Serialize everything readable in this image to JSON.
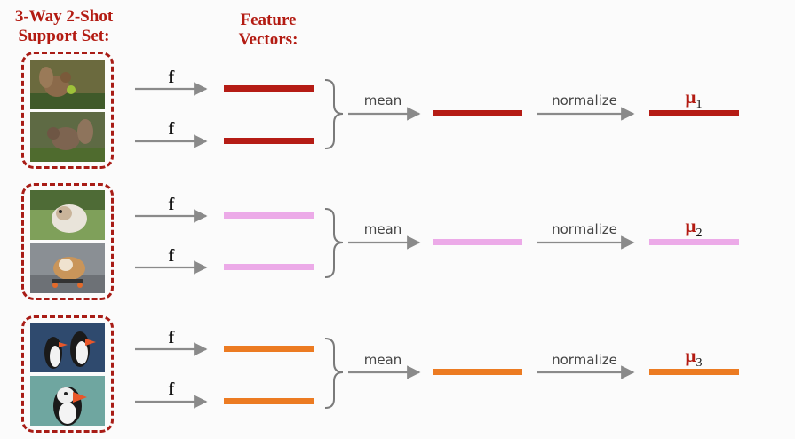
{
  "headings": {
    "support_set": "3-Way 2-Shot\nSupport Set:",
    "feature_vectors": "Feature\nVectors:"
  },
  "colors": {
    "accent_red": "#b31b12",
    "class_1": "#b51c15",
    "class_2": "#ecaae8",
    "class_3": "#ec7b22",
    "arrow": "#8a8a8a",
    "bracket": "#7a7a7a"
  },
  "labels": {
    "f": "f",
    "mean": "mean",
    "normalize": "normalize",
    "mu": "μ"
  },
  "groups": [
    {
      "class": "squirrel",
      "images": [
        "squirrel-photo",
        "squirrel-photo"
      ],
      "mu_sub": "1",
      "color_key": "class_1"
    },
    {
      "class": "bulldog",
      "images": [
        "bulldog-photo",
        "bulldog-photo"
      ],
      "mu_sub": "2",
      "color_key": "class_2"
    },
    {
      "class": "puffin",
      "images": [
        "puffin-photo",
        "puffin-photo"
      ],
      "mu_sub": "3",
      "color_key": "class_3"
    }
  ]
}
